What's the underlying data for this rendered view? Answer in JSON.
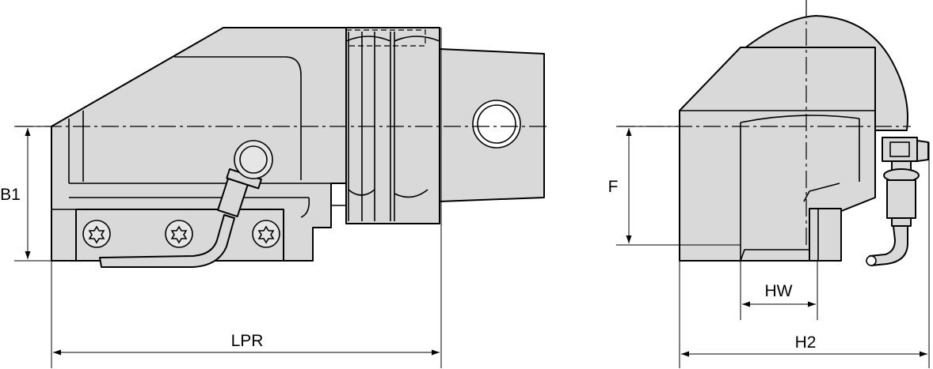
{
  "dimensions": {
    "b1": "B1",
    "lpr": "LPR",
    "f": "F",
    "hw": "HW",
    "h2": "H2"
  },
  "colors": {
    "part_fill": "#d9d9d9",
    "line": "#000000",
    "background": "#ffffff"
  }
}
